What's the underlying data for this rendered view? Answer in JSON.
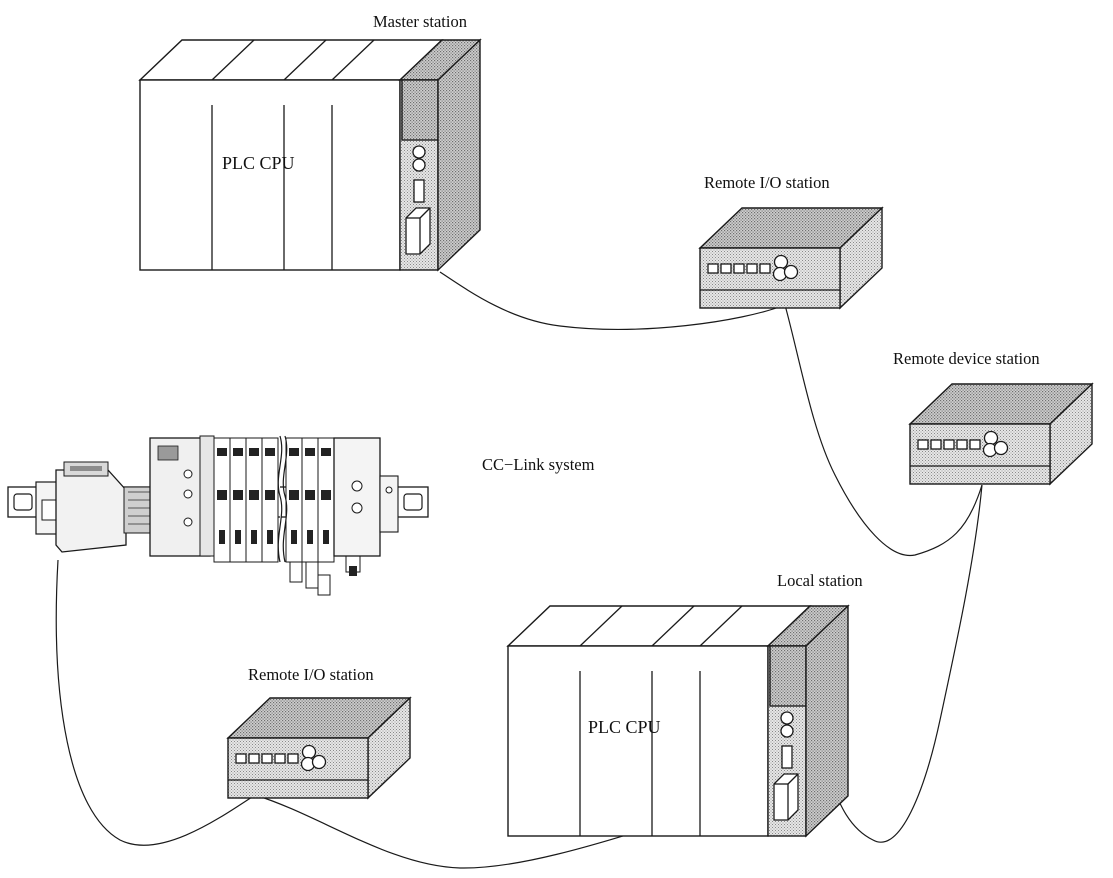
{
  "diagram": {
    "title": "CC−Link system",
    "master": {
      "label": "Master station",
      "cpu_label": "PLC CPU"
    },
    "local": {
      "label": "Local station",
      "cpu_label": "PLC CPU"
    },
    "remote_io_1": {
      "label": "Remote I/O station"
    },
    "remote_device": {
      "label": "Remote device station"
    },
    "remote_io_2": {
      "label": "Remote I/O station"
    }
  }
}
